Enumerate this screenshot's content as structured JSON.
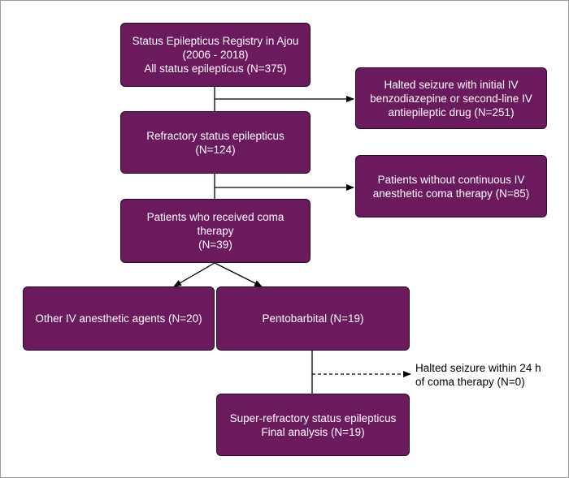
{
  "boxes": {
    "registry": {
      "line1": "Status Epilepticus Registry in Ajou",
      "line2": "(2006 - 2018)",
      "line3": "All status epilepticus (N=375)"
    },
    "halted_initial": {
      "line1": "Halted seizure with initial IV",
      "line2": "benzodiazepine or second-line IV",
      "line3": "antiepileptic drug (N=251)"
    },
    "refractory": {
      "line1": "Refractory status epilepticus (N=124)"
    },
    "no_coma": {
      "line1": "Patients without continuous IV",
      "line2": "anesthetic coma therapy (N=85)"
    },
    "coma_therapy": {
      "line1": "Patients who received coma therapy",
      "line2": "(N=39)"
    },
    "other_agents": {
      "line1": "Other IV anesthetic agents (N=20)"
    },
    "pentobarbital": {
      "line1": "Pentobarbital (N=19)"
    },
    "super_refractory": {
      "line1": "Super-refractory status epilepticus",
      "line2": "Final analysis (N=19)"
    }
  },
  "halted_24h": {
    "line1": "Halted seizure within 24 h",
    "line2": "of coma therapy (N=0)"
  },
  "colors": {
    "box_fill": "#6b1a5e",
    "box_text": "#ffffff",
    "line": "#000000"
  }
}
